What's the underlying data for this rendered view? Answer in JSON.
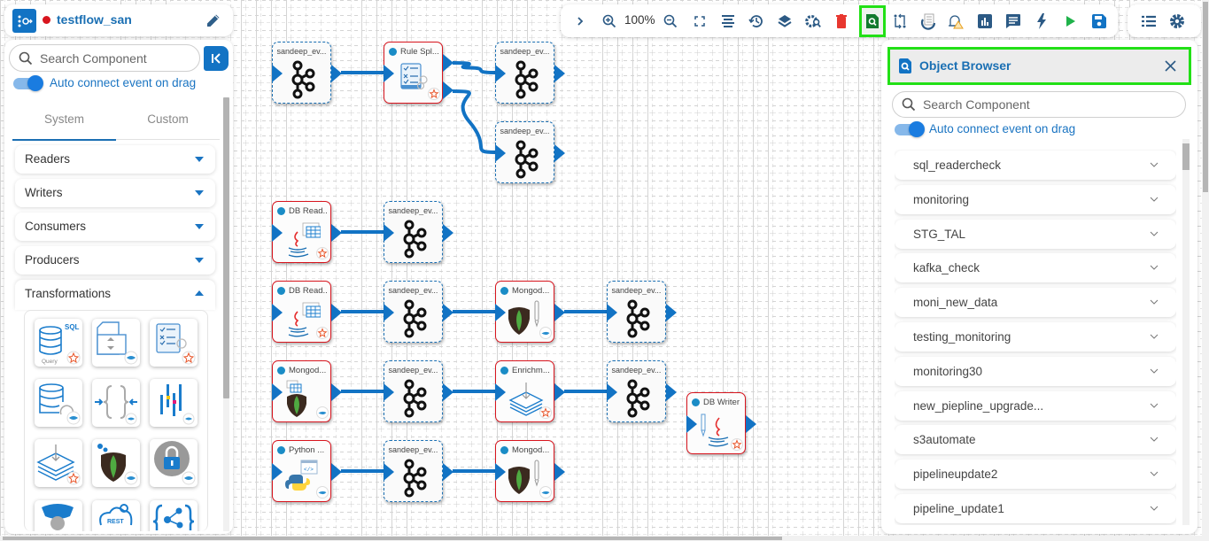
{
  "app": {
    "flow_name": "testflow_san",
    "status_color": "#d8151e",
    "accent": "#1273c4"
  },
  "left_panel": {
    "search_placeholder": "Search Component",
    "auto_connect_label": "Auto connect event on drag",
    "auto_connect_on": true,
    "tabs": [
      {
        "label": "System",
        "active": true
      },
      {
        "label": "Custom",
        "active": false
      }
    ],
    "accordions": [
      {
        "label": "Readers",
        "expanded": false
      },
      {
        "label": "Writers",
        "expanded": false
      },
      {
        "label": "Consumers",
        "expanded": false
      },
      {
        "label": "Producers",
        "expanded": false
      },
      {
        "label": "Transformations",
        "expanded": true
      }
    ],
    "transformation_components": [
      {
        "icon": "sql-query-icon",
        "text": "SQL",
        "subtext": "Query",
        "badge": "star-badge-icon"
      },
      {
        "icon": "file-splitter-icon",
        "badge": "docker-badge-icon"
      },
      {
        "icon": "rule-splitter-icon",
        "badge": "star-badge-icon"
      },
      {
        "icon": "db-sync-icon",
        "badge": "docker-badge-icon"
      },
      {
        "icon": "json-merge-icon",
        "badge": "docker-badge-icon"
      },
      {
        "icon": "column-transform-icon",
        "badge": "docker-badge-icon"
      },
      {
        "icon": "enrichment-icon",
        "badge": "star-badge-icon"
      },
      {
        "icon": "mongodb-gear-icon",
        "badge": "docker-badge-icon"
      },
      {
        "icon": "lock-icon",
        "badge": "docker-badge-icon"
      },
      {
        "icon": "db-gear-icon"
      },
      {
        "icon": "rest-api-icon",
        "text": "REST"
      },
      {
        "icon": "json-graph-icon"
      }
    ]
  },
  "toolbar": {
    "zoom_level": "100%",
    "buttons": [
      {
        "name": "expand-toolbar",
        "icon": "chevron-right-icon"
      },
      {
        "name": "zoom-in",
        "icon": "zoom-in-icon"
      },
      {
        "name": "zoom-out",
        "icon": "zoom-out-icon"
      },
      {
        "name": "fit-screen",
        "icon": "fullscreen-icon"
      },
      {
        "name": "align",
        "icon": "align-center-icon"
      },
      {
        "name": "version-history",
        "icon": "history-icon"
      },
      {
        "name": "layers",
        "icon": "layers-icon"
      },
      {
        "name": "advanced-config",
        "icon": "gear-search-icon"
      },
      {
        "name": "delete",
        "icon": "trash-icon"
      },
      {
        "name": "object-browser",
        "icon": "object-browser-icon",
        "active": true
      },
      {
        "name": "toggle-flow",
        "icon": "swap-icon"
      },
      {
        "name": "restore",
        "icon": "restore-file-icon"
      },
      {
        "name": "alerts",
        "icon": "bell-warning-icon"
      },
      {
        "name": "monitor",
        "icon": "bar-chart-icon"
      },
      {
        "name": "logs",
        "icon": "list-card-icon"
      },
      {
        "name": "activate",
        "icon": "lightning-icon"
      },
      {
        "name": "run",
        "icon": "play-icon"
      },
      {
        "name": "save",
        "icon": "save-icon"
      }
    ],
    "right_buttons": [
      {
        "name": "list-view",
        "icon": "list-icon"
      },
      {
        "name": "settings",
        "icon": "gear-icon"
      }
    ],
    "colors": {
      "icon": "#2c5a85",
      "delete": "#e8372f",
      "active_border": "#22e016",
      "run": "#1fb24a",
      "save": "#1273c4"
    }
  },
  "object_browser": {
    "title": "Object Browser",
    "search_placeholder": "Search Component",
    "auto_connect_label": "Auto connect event on drag",
    "auto_connect_on": true,
    "items": [
      "sql_readercheck",
      "monitoring",
      "STG_TAL",
      "kafka_check",
      "moni_new_data",
      "testing_monitoring",
      "monitoring30",
      "new_piepline_upgrade...",
      "s3automate",
      "pipelineupdate2",
      "pipeline_update1"
    ]
  },
  "canvas": {
    "nodes": [
      {
        "id": "n1",
        "type": "kafka",
        "label": "sandeep_ev...",
        "row": 1,
        "col": 1
      },
      {
        "id": "n2",
        "type": "component",
        "label": "Rule Spl...",
        "icon": "rule-splitter-icon",
        "badge": "star",
        "row": 1,
        "col": 2
      },
      {
        "id": "n3",
        "type": "kafka",
        "label": "sandeep_ev...",
        "row": 1,
        "col": 3
      },
      {
        "id": "n4",
        "type": "kafka",
        "label": "sandeep_ev...",
        "row": 2,
        "col": 3
      },
      {
        "id": "n5",
        "type": "component",
        "label": "DB Read...",
        "icon": "java-db-reader-icon",
        "badge": "star",
        "row": 3,
        "col": 1
      },
      {
        "id": "n6",
        "type": "kafka",
        "label": "sandeep_ev...",
        "row": 3,
        "col": 2
      },
      {
        "id": "n7",
        "type": "component",
        "label": "DB Read...",
        "icon": "java-db-reader-icon",
        "badge": "star",
        "row": 4,
        "col": 1
      },
      {
        "id": "n8",
        "type": "kafka",
        "label": "sandeep_ev...",
        "row": 4,
        "col": 2
      },
      {
        "id": "n9",
        "type": "component",
        "label": "Mongod...",
        "icon": "mongodb-writer-icon",
        "badge": "docker",
        "row": 4,
        "col": 3
      },
      {
        "id": "n10",
        "type": "kafka",
        "label": "sandeep_ev...",
        "row": 4,
        "col": 4
      },
      {
        "id": "n11",
        "type": "component",
        "label": "Mongod...",
        "icon": "mongodb-reader-icon",
        "badge": "docker",
        "row": 5,
        "col": 1
      },
      {
        "id": "n12",
        "type": "kafka",
        "label": "sandeep_ev...",
        "row": 5,
        "col": 2
      },
      {
        "id": "n13",
        "type": "component",
        "label": "Enrichm...",
        "icon": "enrichment-icon",
        "badge": "star",
        "row": 5,
        "col": 3
      },
      {
        "id": "n14",
        "type": "kafka",
        "label": "sandeep_ev...",
        "row": 5,
        "col": 4
      },
      {
        "id": "n15",
        "type": "component",
        "label": "DB Writer",
        "icon": "java-db-writer-icon",
        "badge": "star",
        "row": 5,
        "col": 5
      },
      {
        "id": "n16",
        "type": "component",
        "label": "Python ...",
        "icon": "python-script-icon",
        "badge": "docker",
        "row": 6,
        "col": 1
      },
      {
        "id": "n17",
        "type": "kafka",
        "label": "sandeep_ev...",
        "row": 6,
        "col": 2
      },
      {
        "id": "n18",
        "type": "component",
        "label": "Mongod...",
        "icon": "mongodb-writer-icon",
        "badge": "docker",
        "row": 6,
        "col": 3
      }
    ],
    "edges": [
      [
        "n1",
        "n2"
      ],
      [
        "n2",
        "n3"
      ],
      [
        "n2",
        "n4"
      ],
      [
        "n5",
        "n6"
      ],
      [
        "n7",
        "n8"
      ],
      [
        "n8",
        "n9"
      ],
      [
        "n9",
        "n10"
      ],
      [
        "n11",
        "n12"
      ],
      [
        "n12",
        "n13"
      ],
      [
        "n13",
        "n14"
      ],
      [
        "n16",
        "n17"
      ],
      [
        "n17",
        "n18"
      ]
    ]
  }
}
